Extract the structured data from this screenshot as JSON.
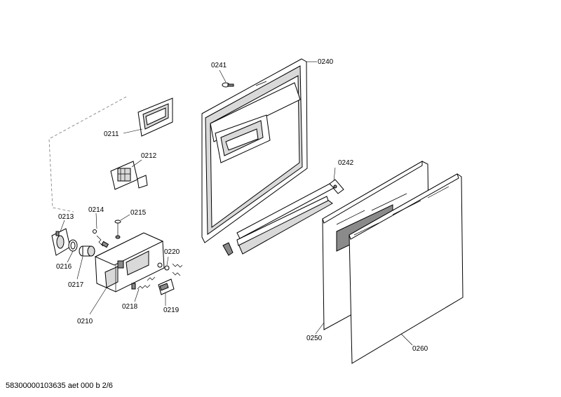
{
  "footer": "58300000103635 aet 000 b 2/6",
  "labels": {
    "p0241": "0241",
    "p0240": "0240",
    "p0211": "0211",
    "p0212": "0212",
    "p0242": "0242",
    "p0213": "0213",
    "p0214": "0214",
    "p0215": "0215",
    "p0220": "0220",
    "p0216": "0216",
    "p0217": "0217",
    "p0218": "0218",
    "p0219": "0219",
    "p0210": "0210",
    "p0250": "0250",
    "p0260": "0260"
  }
}
